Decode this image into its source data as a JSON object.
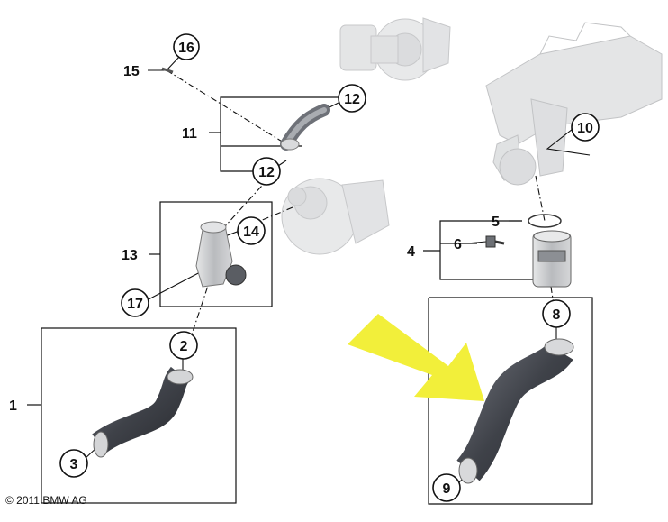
{
  "copyright": "© 2011 BMW AG",
  "callouts": {
    "c2": "2",
    "c3": "3",
    "c8": "8",
    "c9": "9",
    "c10": "10",
    "c12a": "12",
    "c12b": "12",
    "c14": "14",
    "c16": "16",
    "c17": "17"
  },
  "labels": {
    "l1": "1",
    "l4": "4",
    "l5": "5",
    "l6": "6",
    "l11": "11",
    "l13": "13",
    "l15": "15"
  },
  "colors": {
    "highlight_arrow": "#f2ef3a",
    "hose": "#4a4d55",
    "line": "#111111",
    "parts": "#c9cbcd"
  }
}
